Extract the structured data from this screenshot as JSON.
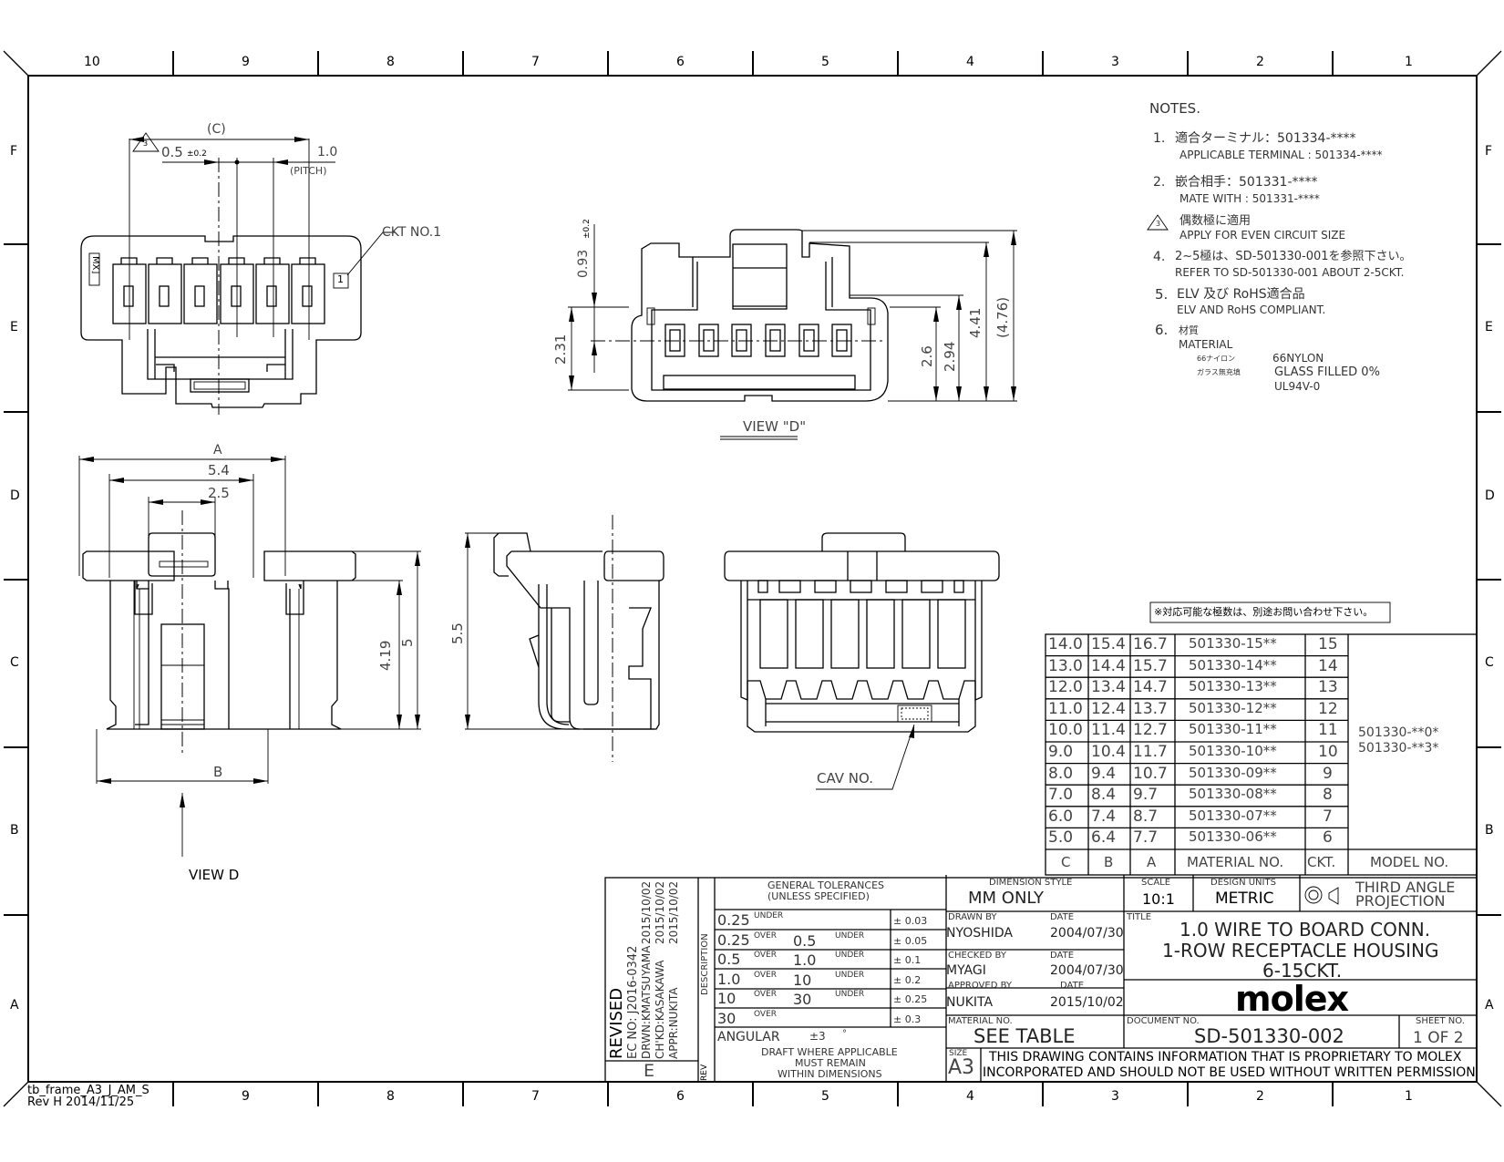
{
  "frame": {
    "top_zones": [
      "10",
      "9",
      "8",
      "7",
      "6",
      "5",
      "4",
      "3",
      "2",
      "1"
    ],
    "bottom_zones": [
      "9",
      "8",
      "7",
      "6",
      "5",
      "4",
      "3",
      "2",
      "1"
    ],
    "side_zones": [
      "F",
      "E",
      "D",
      "C",
      "B",
      "A"
    ],
    "frame_id": "tb_frame_A3_J_AM_S",
    "frame_rev": "Rev H 2014/11/25"
  },
  "views": {
    "top_view": {
      "dim_c": "(C)",
      "dim_05": "0.5",
      "dim_05_tol": "±0.2",
      "dim_pitch": "1.0",
      "pitch_label": "(PITCH)",
      "ckt_label": "CKT NO.1",
      "mark": "MX]",
      "mark_1": "1",
      "note_ref": "3"
    },
    "view_d": {
      "label": "VIEW \"D\"",
      "dims": [
        "0.93",
        "±0.2",
        "2.31",
        "2.6",
        "2.94",
        "4.41",
        "(4.76)"
      ]
    },
    "side_view": {
      "dim_a": "A",
      "dim_54": "5.4",
      "dim_25": "2.5",
      "dim_b": "B",
      "dim_419": "4.19",
      "dim_5": "5",
      "arrow_label": "VIEW D"
    },
    "profile_view": {
      "dim_55": "5.5"
    },
    "front_view": {
      "cav_label": "CAV NO."
    }
  },
  "notes": {
    "title": "NOTES.",
    "items": [
      {
        "num": "1.",
        "jp": "適合ターミナル：501334-****",
        "en": "APPLICABLE TERMINAL : 501334-****"
      },
      {
        "num": "2.",
        "jp": "嵌合相手：501331-****",
        "en": "MATE WITH : 501331-****"
      },
      {
        "num": "3",
        "jp": "偶数極に適用",
        "en": "APPLY FOR EVEN CIRCUIT SIZE"
      },
      {
        "num": "4.",
        "jp": "2~5極は、SD-501330-001を参照下さい。",
        "en": "REFER TO SD-501330-001 ABOUT 2-5CKT."
      },
      {
        "num": "5.",
        "jp": "ELV 及び RoHS適合品",
        "en": "ELV AND RoHS COMPLIANT."
      },
      {
        "num": "6.",
        "jp": "材質",
        "en": "MATERIAL"
      }
    ],
    "material_rows": [
      {
        "jp": "66ナイロン",
        "en": "66NYLON"
      },
      {
        "jp": "ガラス無充填",
        "en": "GLASS FILLED 0%"
      },
      {
        "jp": "",
        "en": "UL94V-0"
      }
    ],
    "inquiry": "※対応可能な極数は、別途お問い合わせ下さい。"
  },
  "table": {
    "headers": [
      "C",
      "B",
      "A",
      "MATERIAL NO.",
      "CKT.",
      "MODEL NO."
    ],
    "rows": [
      [
        "14.0",
        "15.4",
        "16.7",
        "501330-15**",
        "15"
      ],
      [
        "13.0",
        "14.4",
        "15.7",
        "501330-14**",
        "14"
      ],
      [
        "12.0",
        "13.4",
        "14.7",
        "501330-13**",
        "13"
      ],
      [
        "11.0",
        "12.4",
        "13.7",
        "501330-12**",
        "12"
      ],
      [
        "10.0",
        "11.4",
        "12.7",
        "501330-11**",
        "11"
      ],
      [
        "9.0",
        "10.4",
        "11.7",
        "501330-10**",
        "10"
      ],
      [
        "8.0",
        "9.4",
        "10.7",
        "501330-09**",
        "9"
      ],
      [
        "7.0",
        "8.4",
        "9.7",
        "501330-08**",
        "8"
      ],
      [
        "6.0",
        "7.4",
        "8.7",
        "501330-07**",
        "7"
      ],
      [
        "5.0",
        "6.4",
        "7.7",
        "501330-06**",
        "6"
      ]
    ],
    "model_nos": [
      "501330-**0*",
      "501330-**3*"
    ]
  },
  "revision": {
    "label": "REVISED",
    "ec_no": "EC NO: J2016-0342",
    "drwn": "DRWN:KMATSUYAMA",
    "chkd": "CH'KD:KASAKAWA",
    "appr": "APPR:NUKITA",
    "dates": [
      "2015/10/02",
      "2015/10/02",
      "2015/10/02"
    ],
    "rev": "E",
    "description_label": "DESCRIPTION",
    "rev_label": "REV"
  },
  "tolerances": {
    "title1": "GENERAL TOLERANCES",
    "title2": "(UNLESS SPECIFIED)",
    "rows": [
      {
        "a": "0.25",
        "op1": "UNDER",
        "b": "",
        "op2": "",
        "tol": "± 0.03"
      },
      {
        "a": "0.25",
        "op1": "OVER",
        "b": "0.5",
        "op2": "UNDER",
        "tol": "± 0.05"
      },
      {
        "a": "0.5",
        "op1": "OVER",
        "b": "1.0",
        "op2": "UNDER",
        "tol": "± 0.1"
      },
      {
        "a": "1.0",
        "op1": "OVER",
        "b": "10",
        "op2": "UNDER",
        "tol": "± 0.2"
      },
      {
        "a": "10",
        "op1": "OVER",
        "b": "30",
        "op2": "UNDER",
        "tol": "± 0.25"
      },
      {
        "a": "30",
        "op1": "OVER",
        "b": "",
        "op2": "",
        "tol": "± 0.3"
      }
    ],
    "angular": "ANGULAR",
    "angular_tol": "±3",
    "angular_unit": "°",
    "draft1": "DRAFT WHERE APPLICABLE",
    "draft2": "MUST REMAIN",
    "draft3": "WITHIN DIMENSIONS"
  },
  "title_block": {
    "dimension_style_label": "DIMENSION STYLE",
    "dimension_style": "MM ONLY",
    "scale_label": "SCALE",
    "scale": "10:1",
    "design_units_label": "DESIGN UNITS",
    "design_units": "METRIC",
    "projection1": "THIRD ANGLE",
    "projection2": "PROJECTION",
    "drawn_by_label": "DRAWN BY",
    "drawn_by": "NYOSHIDA",
    "drawn_date": "2004/07/30",
    "checked_by_label": "CHECKED BY",
    "checked_by": "MYAGI",
    "checked_date": "2004/07/30",
    "approved_by_label": "APPROVED BY",
    "approved_by": "NUKITA",
    "approved_date": "2015/10/02",
    "date_label": "DATE",
    "title_label": "TITLE",
    "title_lines": [
      "1.0 WIRE TO BOARD CONN.",
      "1-ROW RECEPTACLE HOUSING",
      "6-15CKT."
    ],
    "logo": "molex",
    "material_no_label": "MATERIAL NO.",
    "material_no": "SEE TABLE",
    "document_no_label": "DOCUMENT NO.",
    "document_no": "SD-501330-002",
    "sheet_no_label": "SHEET NO.",
    "sheet_no": "1 OF 2",
    "size_label": "SIZE",
    "size": "A3",
    "proprietary1": "THIS DRAWING CONTAINS INFORMATION THAT IS PROPRIETARY TO MOLEX",
    "proprietary2": "INCORPORATED AND SHOULD NOT BE USED WITHOUT WRITTEN PERMISSION"
  }
}
